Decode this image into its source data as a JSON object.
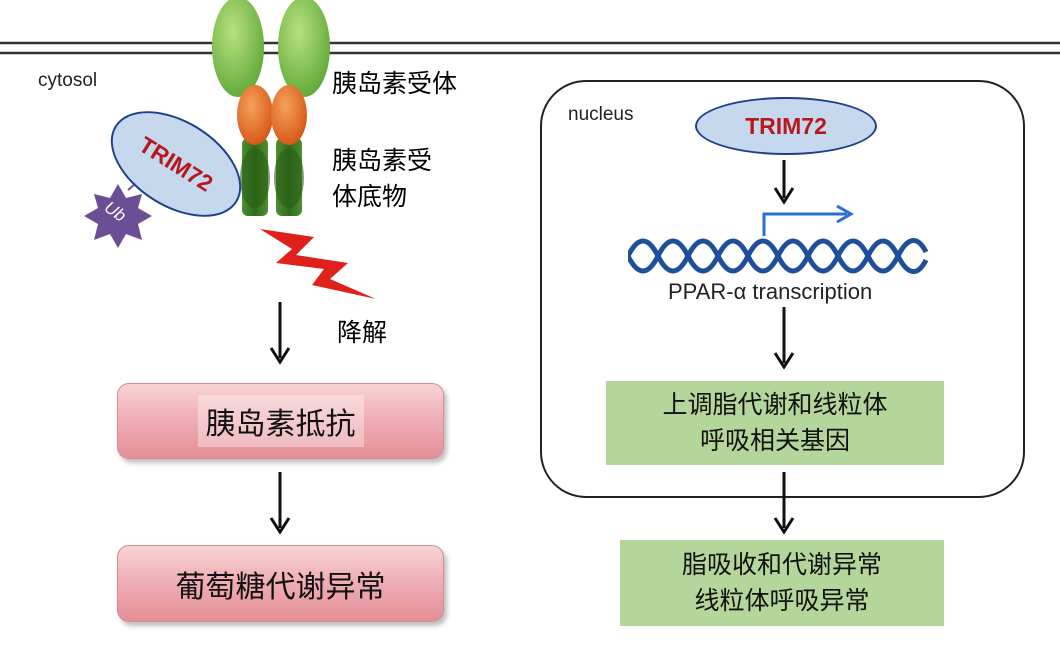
{
  "labels": {
    "cytosol": "cytosol",
    "nucleus": "nucleus",
    "insulin_receptor": "胰岛素受体",
    "irs_line1": "胰岛素受",
    "irs_line2": "体底物",
    "degradation": "降解",
    "trim72_left": "TRIM72",
    "ub": "Ub",
    "trim72_right": "TRIM72",
    "ppar": "PPAR-α transcription"
  },
  "left_boxes": {
    "insulin_resistance": "胰岛素抵抗",
    "glucose_abnormal": "葡萄糖代谢异常"
  },
  "right_boxes": {
    "upregulate_line1": "上调脂代谢和线粒体",
    "upregulate_line2": "呼吸相关基因",
    "abnormal_line1": "脂吸收和代谢异常",
    "abnormal_line2": "线粒体呼吸异常"
  },
  "colors": {
    "trim72_text": "#b8181c",
    "trim72_fill": "#c5d8ee",
    "receptor_green": "#7cc255",
    "substrate_orange": "#e86a1e",
    "bolt_red": "#e0201a",
    "ub_purple": "#6b4f95",
    "dna_blue": "#1f4f9a",
    "arrow_blue": "#2a6fd1",
    "pink_box": "#eea6ae",
    "green_box": "#b5d69a"
  }
}
